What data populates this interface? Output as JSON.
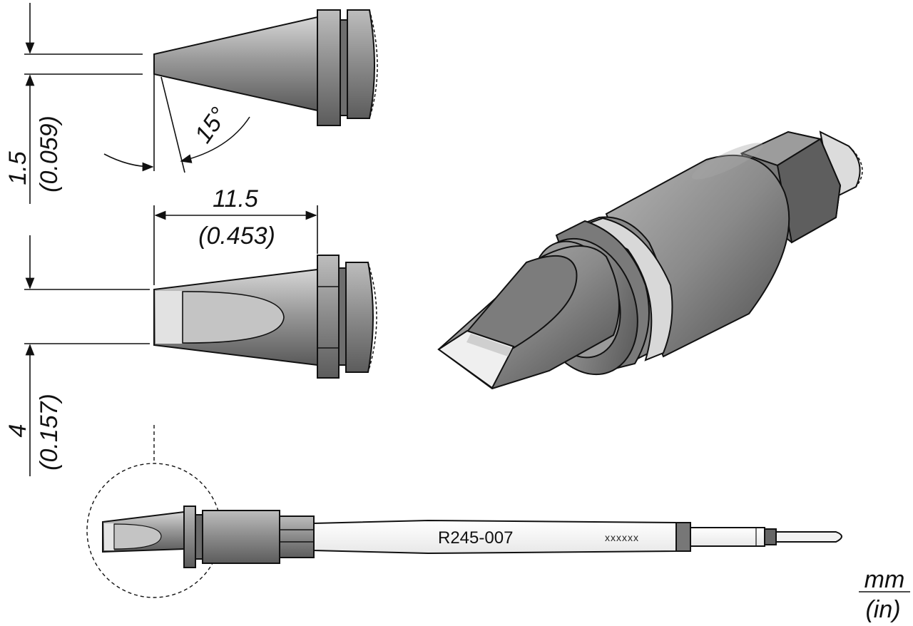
{
  "dimensions": {
    "thickness_mm": "1.5",
    "thickness_in": "(0.059)",
    "angle": "15°",
    "length_mm": "11.5",
    "length_in": "(0.453)",
    "width_mm": "4",
    "width_in": "(0.157)"
  },
  "part": {
    "model": "R245-007",
    "serial": "xxxxxx"
  },
  "units": {
    "top": "mm",
    "bottom": "(in)"
  },
  "colors": {
    "body": "#8c8c8c",
    "body_dark": "#5e5e5e",
    "body_light": "#cfcfcf",
    "tip_face": "#e2e2e2"
  }
}
